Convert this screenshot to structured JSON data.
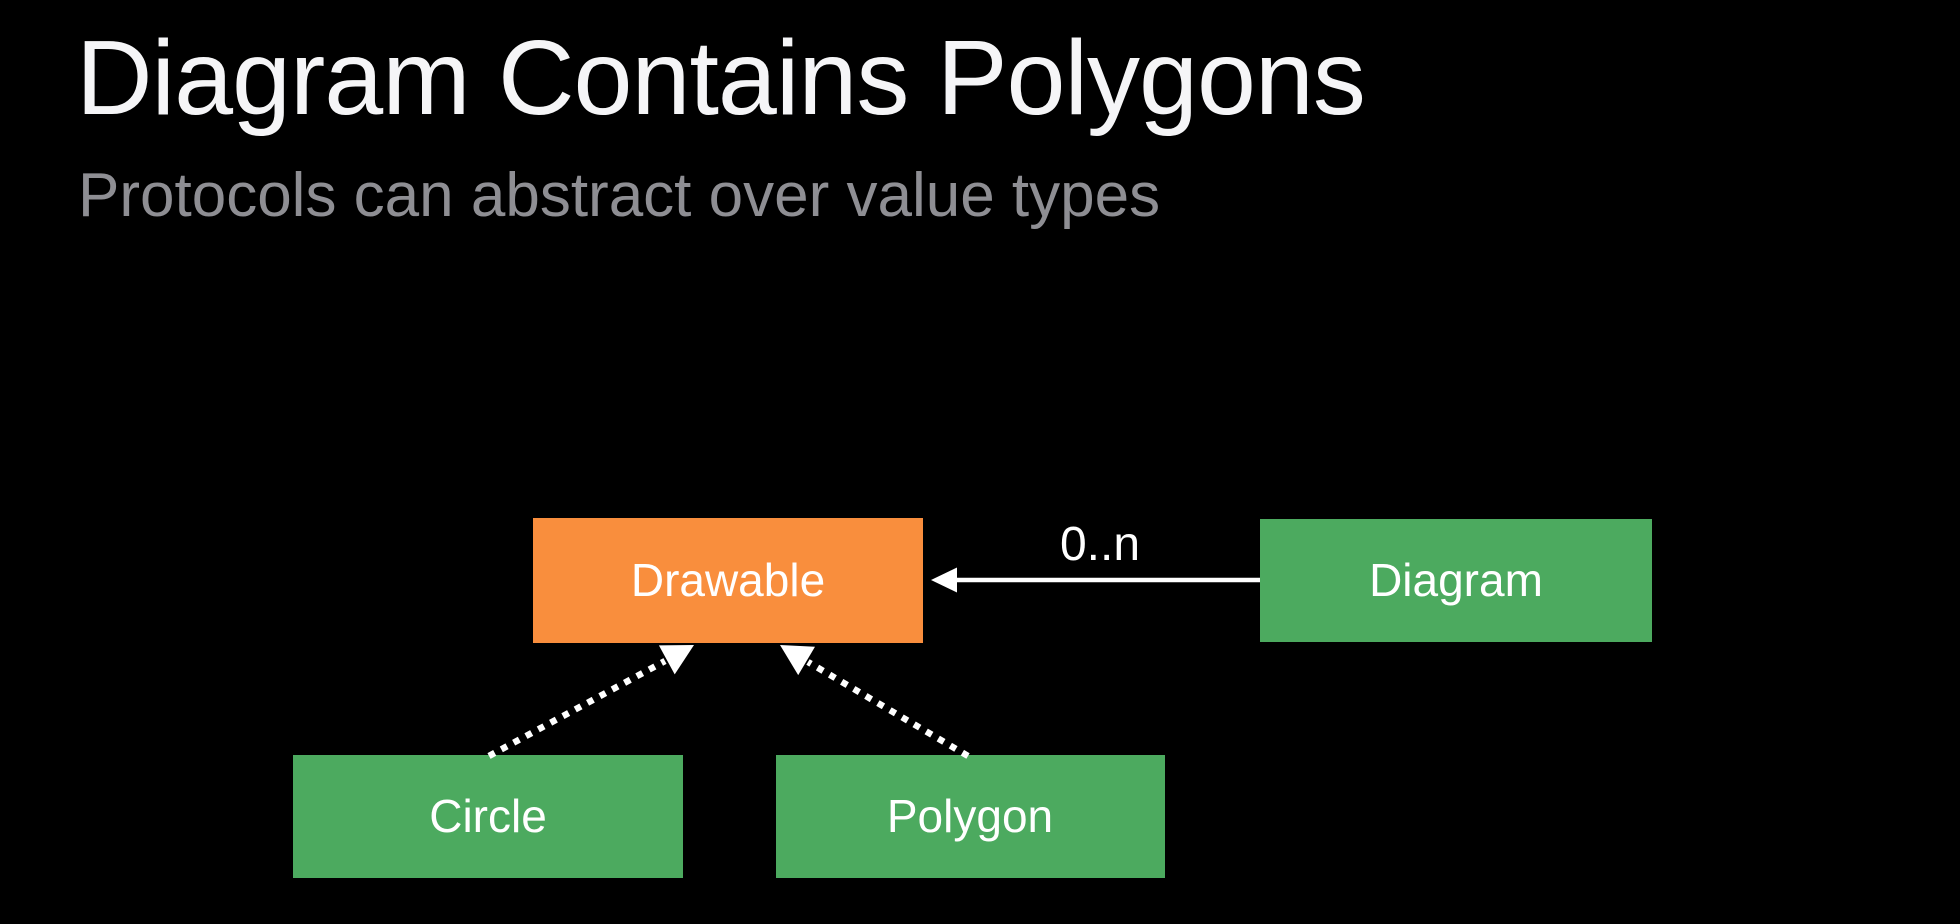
{
  "slide": {
    "title": "Diagram Contains Polygons",
    "subtitle": "Protocols can abstract over value types"
  },
  "colors": {
    "background": "#000000",
    "title_text": "#F5F5F7",
    "subtitle_text": "#8E8E93",
    "protocol_box": "#F98E3D",
    "value_type_box": "#4CAA5F",
    "box_text": "#FFFFFF",
    "arrow": "#FFFFFF"
  },
  "diagram": {
    "nodes": [
      {
        "id": "drawable",
        "label": "Drawable",
        "kind": "protocol"
      },
      {
        "id": "diagram",
        "label": "Diagram",
        "kind": "value-type"
      },
      {
        "id": "circle",
        "label": "Circle",
        "kind": "value-type"
      },
      {
        "id": "polygon",
        "label": "Polygon",
        "kind": "value-type"
      }
    ],
    "edges": [
      {
        "from": "Diagram",
        "to": "Drawable",
        "label": "0..n",
        "style": "solid-arrow"
      },
      {
        "from": "Circle",
        "to": "Drawable",
        "label": "",
        "style": "dotted-conforms"
      },
      {
        "from": "Polygon",
        "to": "Drawable",
        "label": "",
        "style": "dotted-conforms"
      }
    ]
  }
}
